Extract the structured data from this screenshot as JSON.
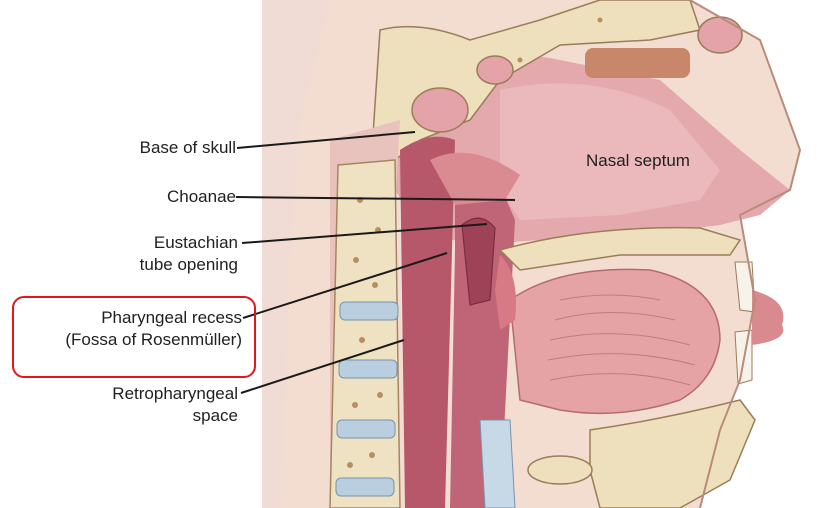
{
  "labels": {
    "base_of_skull": "Base of skull",
    "choanae": "Choanae",
    "eustachian_line1": "Eustachian",
    "eustachian_line2": "tube opening",
    "pharyngeal_line1": "Pharyngeal recess",
    "pharyngeal_line2": "(Fossa of Rosenmüller)",
    "retropharyngeal_line1": "Retropharyngeal",
    "retropharyngeal_line2": "space",
    "nasal_septum": "Nasal septum"
  },
  "colors": {
    "highlight": "#e3171b",
    "tissue_pink": "#e9b5b8",
    "mucosa": "#b85a69",
    "bone": "#f1e4c4",
    "leader_line": "#1a1a1a"
  }
}
